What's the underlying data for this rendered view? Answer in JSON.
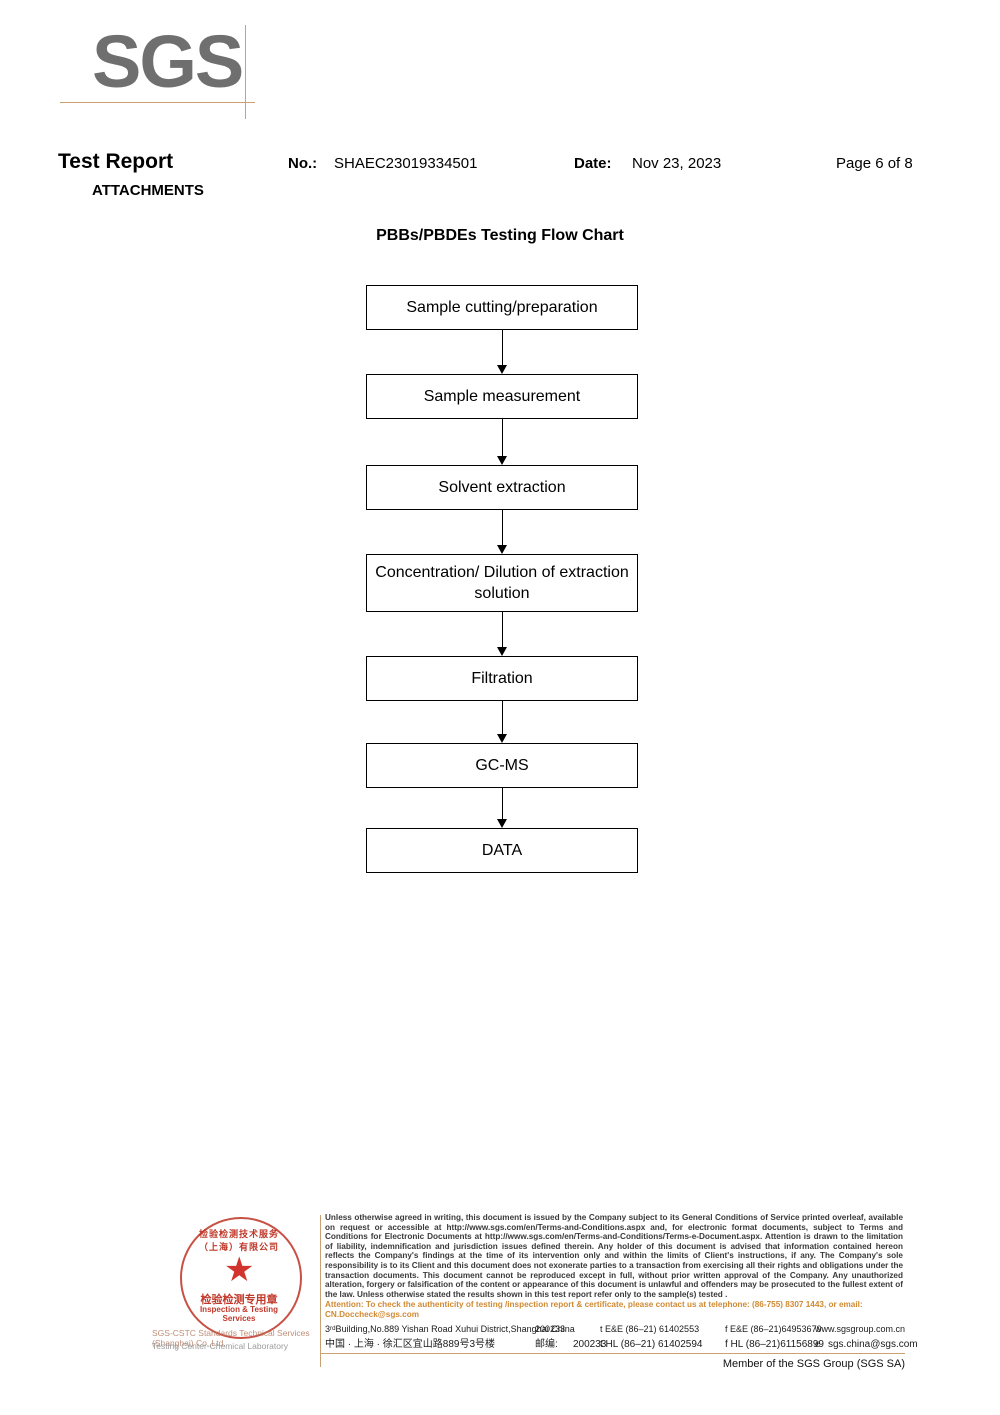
{
  "logo": {
    "text": "SGS",
    "accent_color": "#c8a271",
    "logo_color": "#6f6f6f"
  },
  "header": {
    "title": "Test Report",
    "subtitle": "ATTACHMENTS",
    "no_label": "No.:",
    "no_value": "SHAEC23019334501",
    "date_label": "Date:",
    "date_value": "Nov 23, 2023",
    "page": "Page 6 of 8"
  },
  "flow_chart": {
    "title": "PBBs/PBDEs Testing Flow Chart",
    "steps": [
      {
        "label": "Sample cutting/preparation",
        "lines": 1
      },
      {
        "label": "Sample measurement",
        "lines": 1
      },
      {
        "label": "Solvent extraction",
        "lines": 1
      },
      {
        "label": "Concentration/ Dilution of extraction solution",
        "lines": 2
      },
      {
        "label": "Filtration",
        "lines": 1
      },
      {
        "label": "GC-MS",
        "lines": 1
      },
      {
        "label": "DATA",
        "lines": 1
      }
    ]
  },
  "stamp": {
    "arc_top": "检验检测技术服务（上海）有限公司",
    "cn_text": "检验检测专用章",
    "en_text": "Inspection & Testing Services",
    "star": "★",
    "line_1": "SGS-CSTC Standards Technical Services (Shanghai) Co.,Ltd.",
    "line_2": "Testing Center-Chemical Laboratory",
    "color": "#c0392b"
  },
  "footer": {
    "disclaimer": "Unless otherwise agreed in writing, this document is issued by the Company subject to its General Conditions of Service printed overleaf, available on request or accessible at http://www.sgs.com/en/Terms-and-Conditions.aspx and, for electronic format documents, subject to Terms and Conditions for Electronic Documents at http://www.sgs.com/en/Terms-and-Conditions/Terms-e-Document.aspx. Attention is drawn to the limitation of liability, indemnification and jurisdiction issues defined therein. Any holder of this document is advised that information contained hereon reflects the Company's findings at the time of its intervention only and within the limits of Client's instructions, if any. The Company's sole responsibility is to its Client and this document does not exonerate parties to a transaction from exercising all their rights and obligations under the transaction documents. This document cannot be reproduced except in full, without prior written approval of the Company. Any unauthorized alteration, forgery or falsification of the content or appearance of this document is unlawful and offenders may be prosecuted to the fullest extent of the law. Unless otherwise stated the results shown in this test report refer only to the sample(s) tested .",
    "attention": "Attention: To check the authenticity of testing /inspection report & certificate, please contact us at telephone: (86-755) 8307 1443, or email: CN.Doccheck@sgs.com",
    "attention_color": "#d08a33",
    "address_en": "3ʳᵈBuilding,No.889 Yishan Road Xuhui District,Shanghai China",
    "postcode_en": "200233",
    "address_cn": "中国 · 上海 · 徐汇区宜山路889号3号楼",
    "postcode_cn_label": "邮编:",
    "postcode_cn": "200233",
    "tel_1": "t E&E (86–21) 61402553",
    "fax_1": "f E&E (86–21)64953679",
    "web": "www.sgsgroup.com.cn",
    "tel_2": "t HL (86–21) 61402594",
    "fax_2": "f HL (86–21)61156899",
    "email_prefix": "e",
    "email": "sgs.china@sgs.com",
    "member_line": "Member of the SGS Group (SGS SA)"
  }
}
